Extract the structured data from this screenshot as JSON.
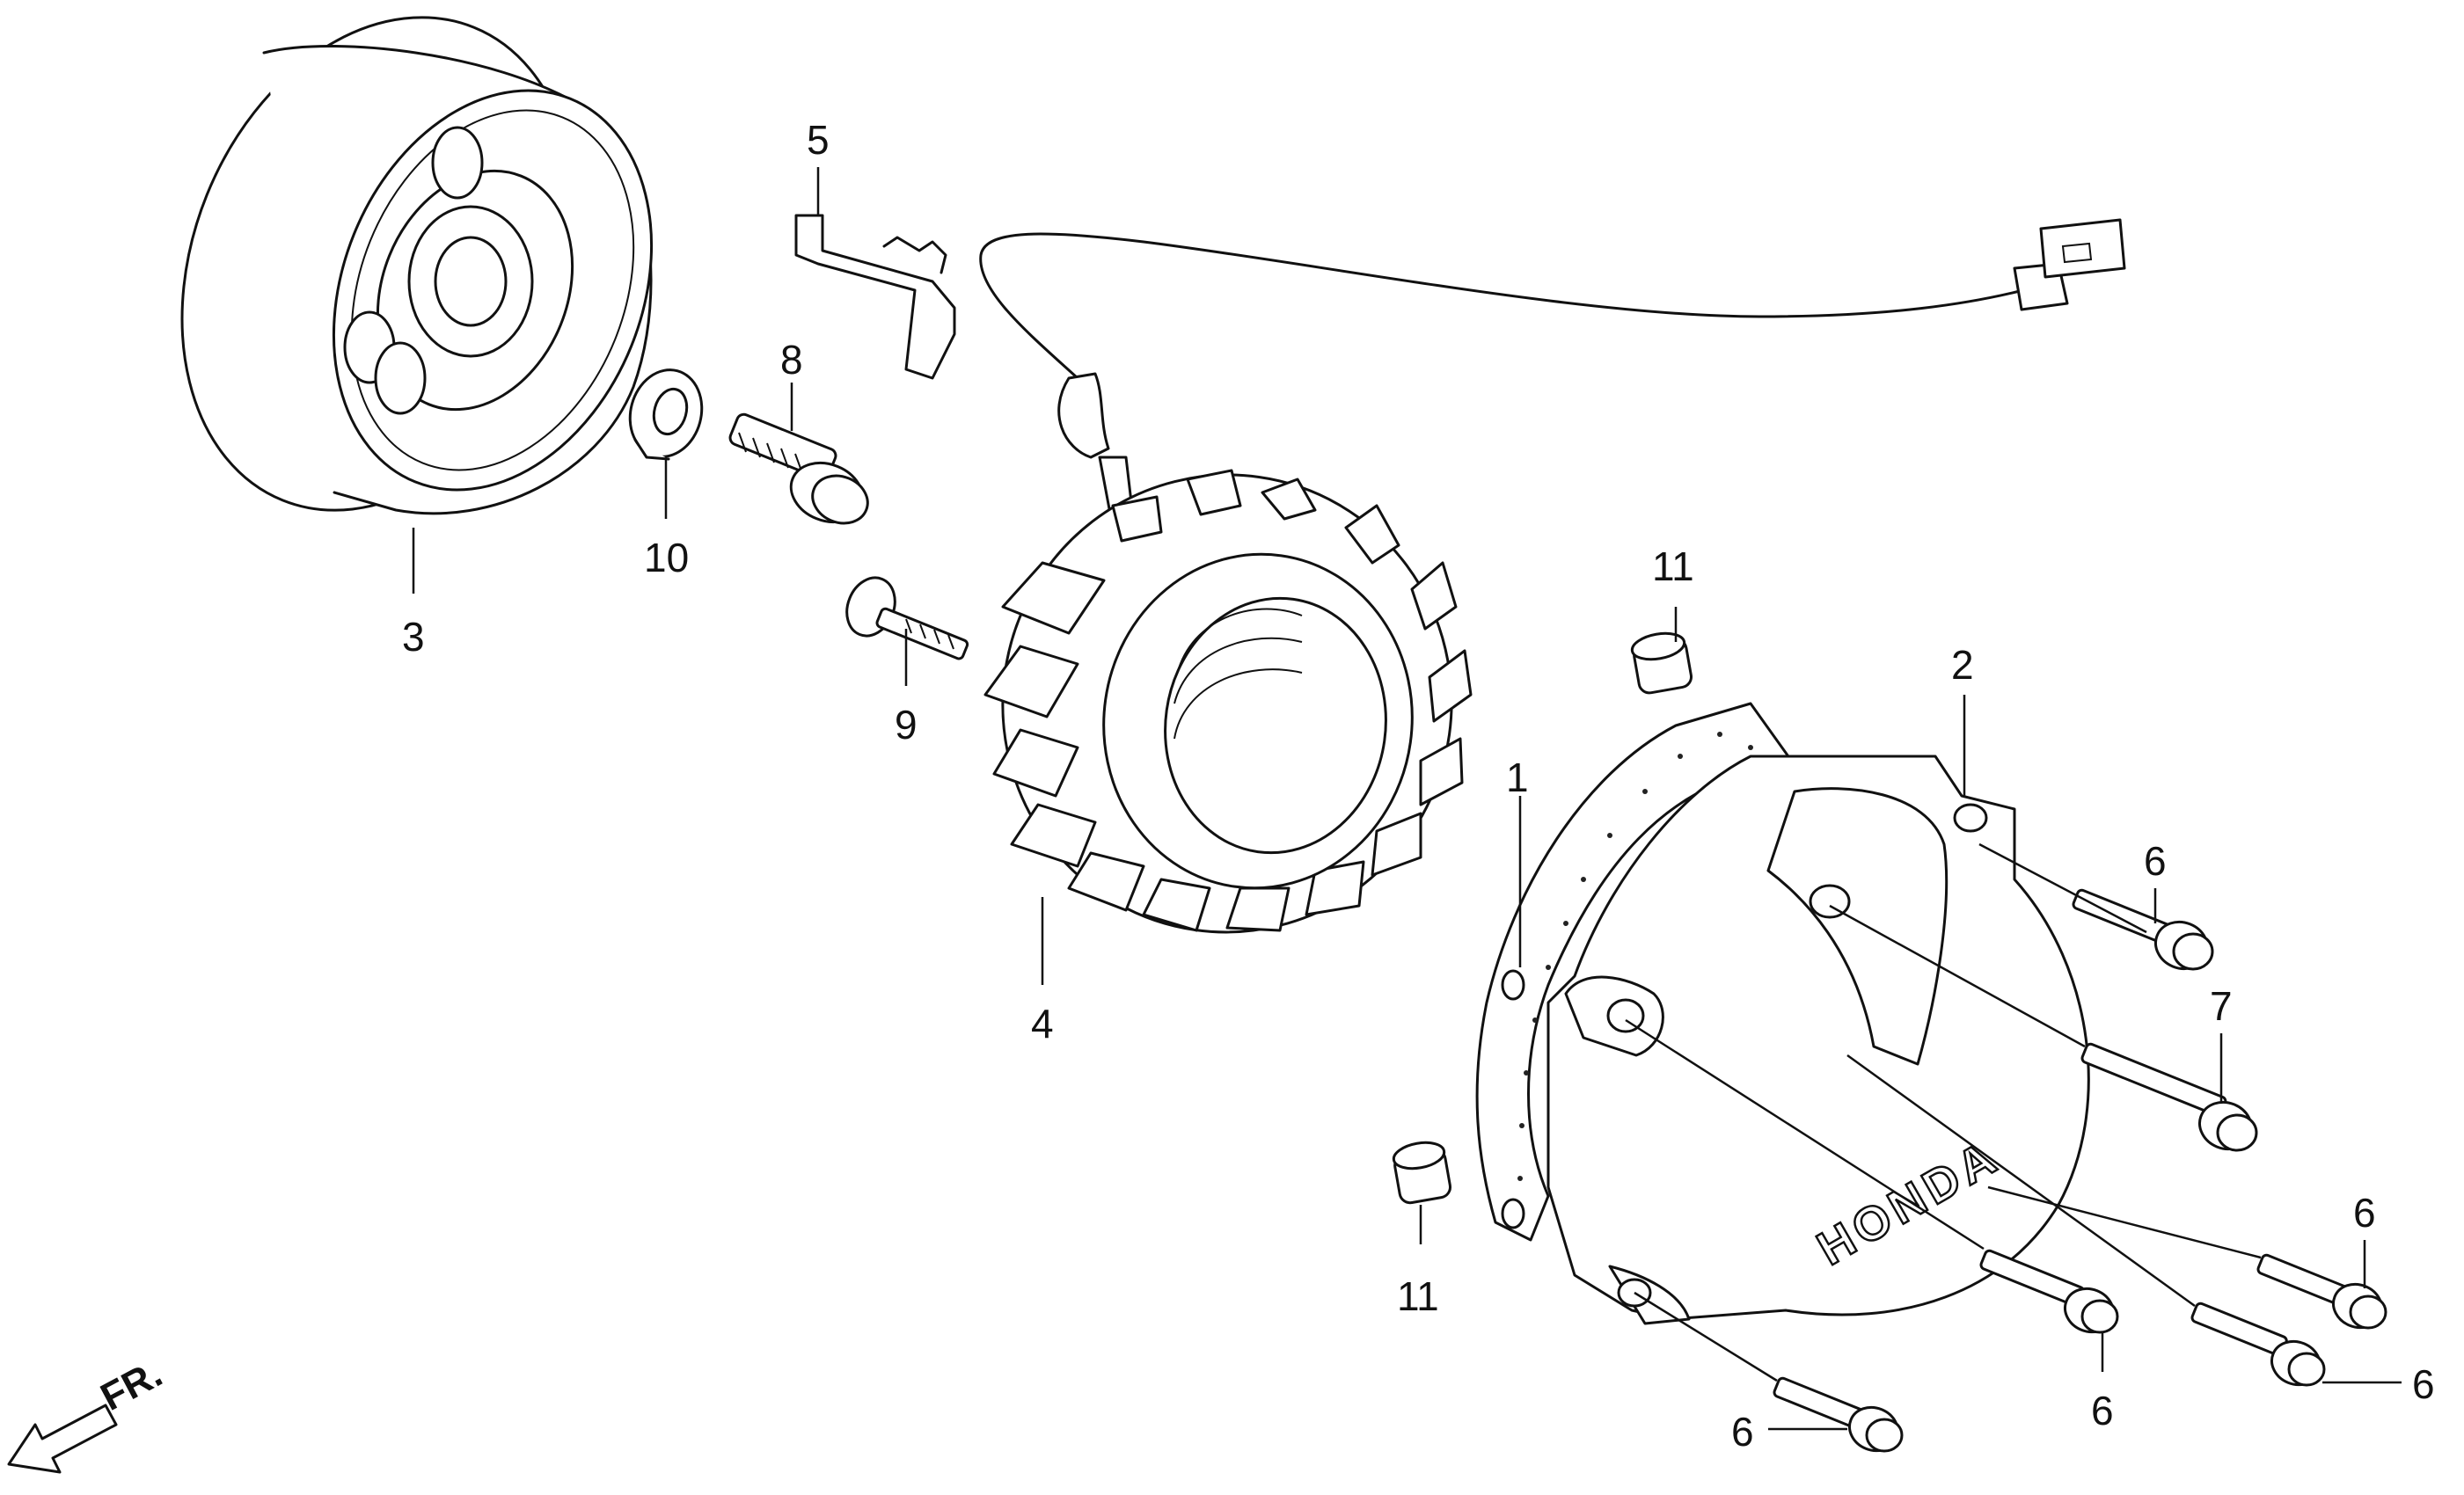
{
  "diagram": {
    "callouts": {
      "p1": "1",
      "p2": "2",
      "p3": "3",
      "p4": "4",
      "p5": "5",
      "p6a": "6",
      "p6b": "6",
      "p6c": "6",
      "p6d": "6",
      "p6e": "6",
      "p7": "7",
      "p8": "8",
      "p9": "9",
      "p10": "10",
      "p11a": "11",
      "p11b": "11"
    },
    "cover_brand": "HONDA",
    "direction_label": "FR."
  }
}
